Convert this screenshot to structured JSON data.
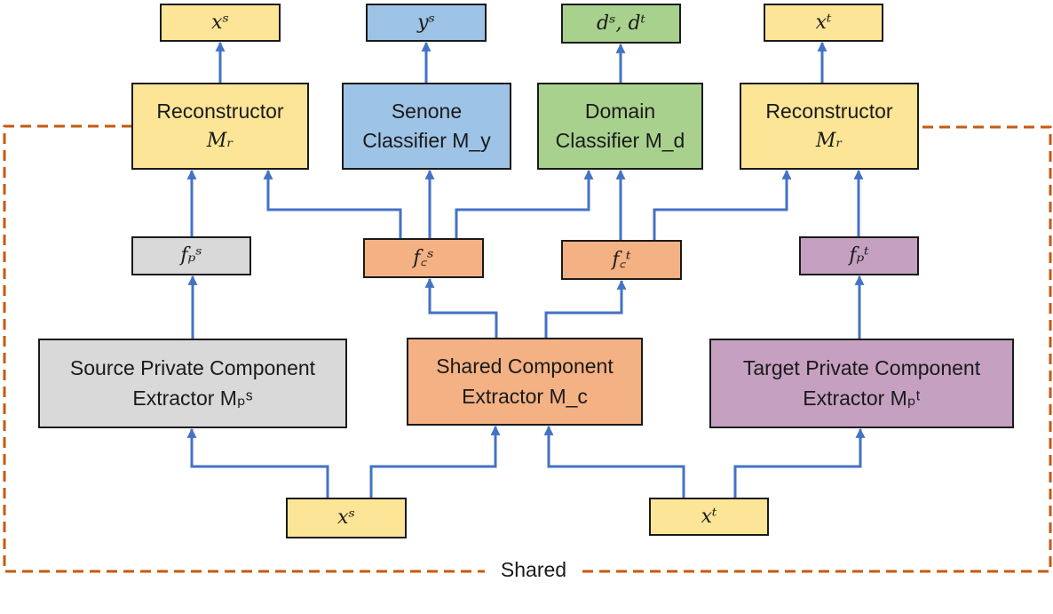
{
  "outputs": {
    "xs": "xˢ",
    "ys": "yˢ",
    "dsdt": "dˢ, dᵗ",
    "xt": "xᵗ"
  },
  "modules": {
    "recon_left": {
      "line1": "Reconstructor",
      "line2": "Mᵣ"
    },
    "senone": {
      "line1": "Senone",
      "line2": "Classifier M_y"
    },
    "domain": {
      "line1": "Domain",
      "line2": "Classifier M_d"
    },
    "recon_right": {
      "line1": "Reconstructor",
      "line2": "Mᵣ"
    },
    "source_private": {
      "line1": "Source Private Component",
      "line2": "Extractor Mₚˢ"
    },
    "shared": {
      "line1": "Shared Component",
      "line2": "Extractor M_c"
    },
    "target_private": {
      "line1": "Target Private Component",
      "line2": "Extractor Mₚᵗ"
    }
  },
  "features": {
    "fps": "fₚˢ",
    "fcs": "f꜀ˢ",
    "fct": "f꜀ᵗ",
    "fpt": "fₚᵗ"
  },
  "inputs": {
    "xs": "xˢ",
    "xt": "xᵗ"
  },
  "shared_region_label": "Shared",
  "colors": {
    "output_yellow": "#fde597",
    "senone_blue": "#9dc3e6",
    "domain_green": "#a9d18e",
    "shared_orange": "#f4b183",
    "source_gray": "#d9d9d9",
    "target_purple": "#c5a0c1",
    "arrow_blue": "#4472c4",
    "dashed_border": "#c55a11"
  }
}
